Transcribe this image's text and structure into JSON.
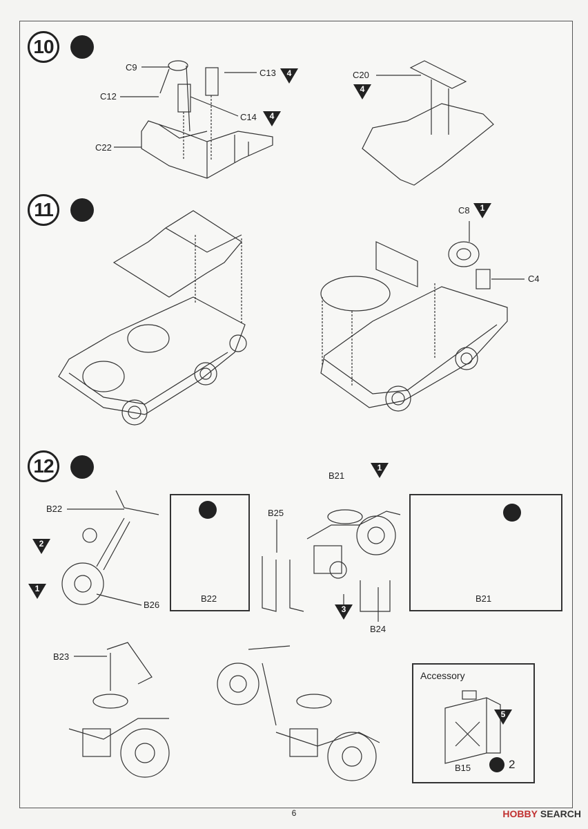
{
  "steps": {
    "s10": {
      "number": "10"
    },
    "s11": {
      "number": "11"
    },
    "s12": {
      "number": "12"
    }
  },
  "labels": {
    "c9": "C9",
    "c12": "C12",
    "c13": "C13",
    "c14": "C14",
    "c22": "C22",
    "c20": "C20",
    "c8": "C8",
    "c4": "C4",
    "b22": "B22",
    "b26": "B26",
    "b22_box": "B22",
    "b21": "B21",
    "b25": "B25",
    "b24": "B24",
    "b21_box": "B21",
    "b23": "B23",
    "b15": "B15"
  },
  "markers": {
    "c13": "4",
    "c14": "4",
    "c20": "4",
    "c8": "1",
    "b22_left": "2",
    "b26_left": "1",
    "b21_top": "1",
    "b24_bottom": "3",
    "b15": "5"
  },
  "accessory": {
    "title": "Accessory",
    "quantity": "2"
  },
  "page": {
    "number": "6"
  },
  "watermark": {
    "brand": "HOBBY",
    "text": "SEARCH"
  }
}
